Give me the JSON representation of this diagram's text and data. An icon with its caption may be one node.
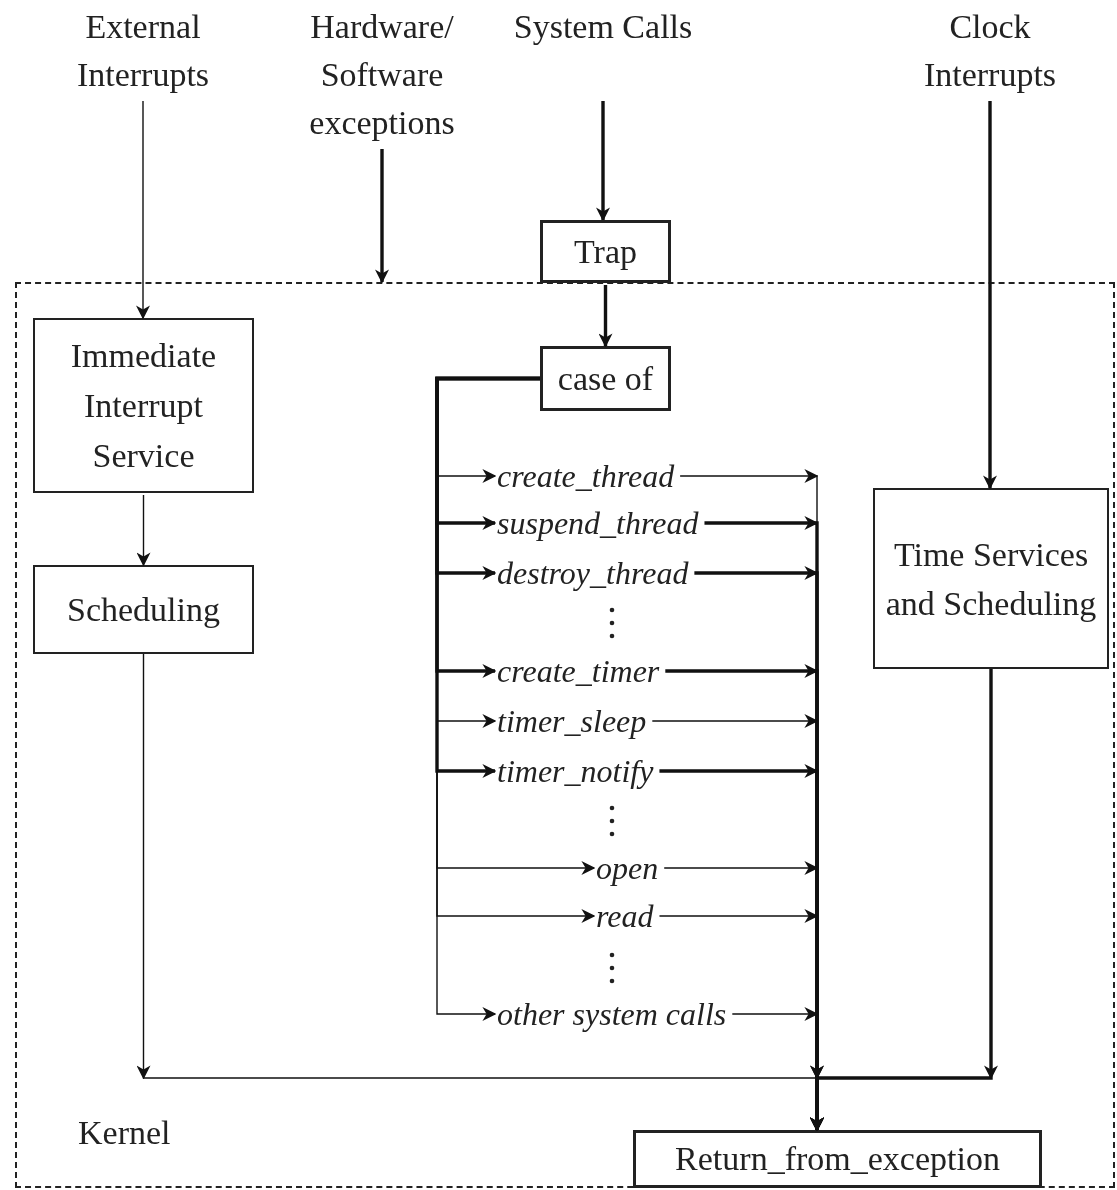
{
  "diagram": {
    "nodes": [
      {
        "text": [
          "Kernel"
        ]
      },
      {
        "text": [
          "External Interrupts"
        ]
      },
      {
        "text": [
          "Hardware/ Software exceptions"
        ]
      },
      {
        "text": [
          "System Calls"
        ]
      },
      {
        "text": [
          "Clock Interrupts"
        ]
      },
      {
        "text": [
          "Trap"
        ]
      },
      {
        "text": [
          "Immediate Interrupt Service"
        ],
        "in": 0
      },
      {
        "text": [
          "case of"
        ],
        "in": 0
      },
      {
        "text": [
          "Scheduling"
        ],
        "in": 0
      },
      {
        "text": [
          "Time Services and Scheduling"
        ],
        "in": 0
      },
      {
        "text": [
          "create_thread"
        ],
        "in": 0
      },
      {
        "text": [
          "suspend_thread"
        ],
        "in": 0
      },
      {
        "text": [
          "destroy_thread"
        ],
        "in": 0
      },
      {
        "text": [
          "create_timer"
        ],
        "in": 0
      },
      {
        "text": [
          "timer_sleep"
        ],
        "in": 0
      },
      {
        "text": [
          "timer_notify"
        ],
        "in": 0
      },
      {
        "text": [
          "open"
        ],
        "in": 0
      },
      {
        "text": [
          "read"
        ],
        "in": 0
      },
      {
        "text": [
          "other system calls"
        ],
        "in": 0
      },
      {
        "text": [
          "Return_from_exception"
        ],
        "in": 0
      }
    ],
    "edges": [
      {
        "from": 1,
        "to": 6,
        "arrow": "to"
      },
      {
        "from": 2,
        "to": 0,
        "arrow": "to",
        "style": "thick"
      },
      {
        "from": 3,
        "to": 5,
        "arrow": "to",
        "style": "thick"
      },
      {
        "from": 5,
        "to": 7,
        "arrow": "to",
        "style": "thick"
      },
      {
        "from": 4,
        "to": 9,
        "arrow": "to",
        "style": "thick"
      },
      {
        "from": 6,
        "to": 8,
        "arrow": "to"
      },
      {
        "from": 7,
        "to": 10,
        "arrow": "to"
      },
      {
        "from": 7,
        "to": 11,
        "arrow": "to",
        "style": "thick"
      },
      {
        "from": 7,
        "to": 12,
        "arrow": "to",
        "style": "thick"
      },
      {
        "from": 7,
        "to": 13,
        "arrow": "to",
        "style": "thick"
      },
      {
        "from": 7,
        "to": 14,
        "arrow": "to"
      },
      {
        "from": 7,
        "to": 15,
        "arrow": "to",
        "style": "thick"
      },
      {
        "from": 7,
        "to": 16,
        "arrow": "to"
      },
      {
        "from": 7,
        "to": 17,
        "arrow": "to"
      },
      {
        "from": 7,
        "to": 18,
        "arrow": "to"
      },
      {
        "from": 10,
        "to": 19,
        "arrow": "to"
      },
      {
        "from": 11,
        "to": 19,
        "arrow": "to",
        "style": "thick"
      },
      {
        "from": 12,
        "to": 19,
        "arrow": "to",
        "style": "thick"
      },
      {
        "from": 13,
        "to": 19,
        "arrow": "to",
        "style": "thick"
      },
      {
        "from": 14,
        "to": 19,
        "arrow": "to"
      },
      {
        "from": 15,
        "to": 19,
        "arrow": "to",
        "style": "thick"
      },
      {
        "from": 16,
        "to": 19,
        "arrow": "to"
      },
      {
        "from": 17,
        "to": 19,
        "arrow": "to"
      },
      {
        "from": 18,
        "to": 19,
        "arrow": "to"
      },
      {
        "from": 8,
        "to": 19,
        "arrow": "to"
      },
      {
        "from": 9,
        "to": 19,
        "arrow": "to",
        "style": "thick"
      }
    ]
  }
}
